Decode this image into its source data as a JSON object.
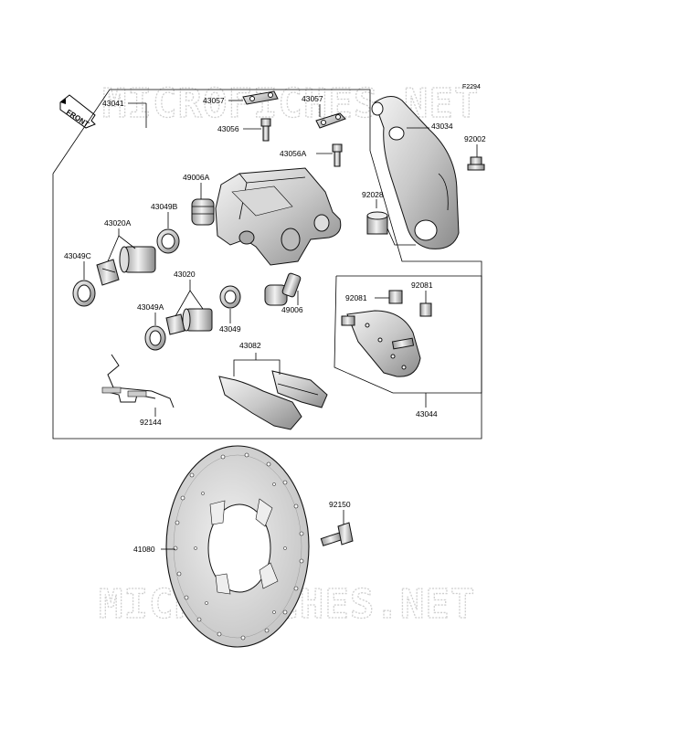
{
  "diagram": {
    "code": "F2294",
    "watermark_top": "MICROFICHES.NET",
    "watermark_bottom": "MICROFICHES.NET",
    "front_label": "FRONT",
    "parts": {
      "p43041": "43041",
      "p43057a": "43057",
      "p43057b": "43057",
      "p43056": "43056",
      "p43056a": "43056A",
      "p43034": "43034",
      "p92002": "92002",
      "p49006a": "49006A",
      "p43049b": "43049B",
      "p43020a": "43020A",
      "p43049c": "43049C",
      "p92028": "92028",
      "p43020": "43020",
      "p92081a": "92081",
      "p92081b": "92081",
      "p43049a": "43049A",
      "p43049": "43049",
      "p49006": "49006",
      "p43082": "43082",
      "p92144": "92144",
      "p43044": "43044",
      "p92150": "92150",
      "p41080": "41080"
    }
  }
}
